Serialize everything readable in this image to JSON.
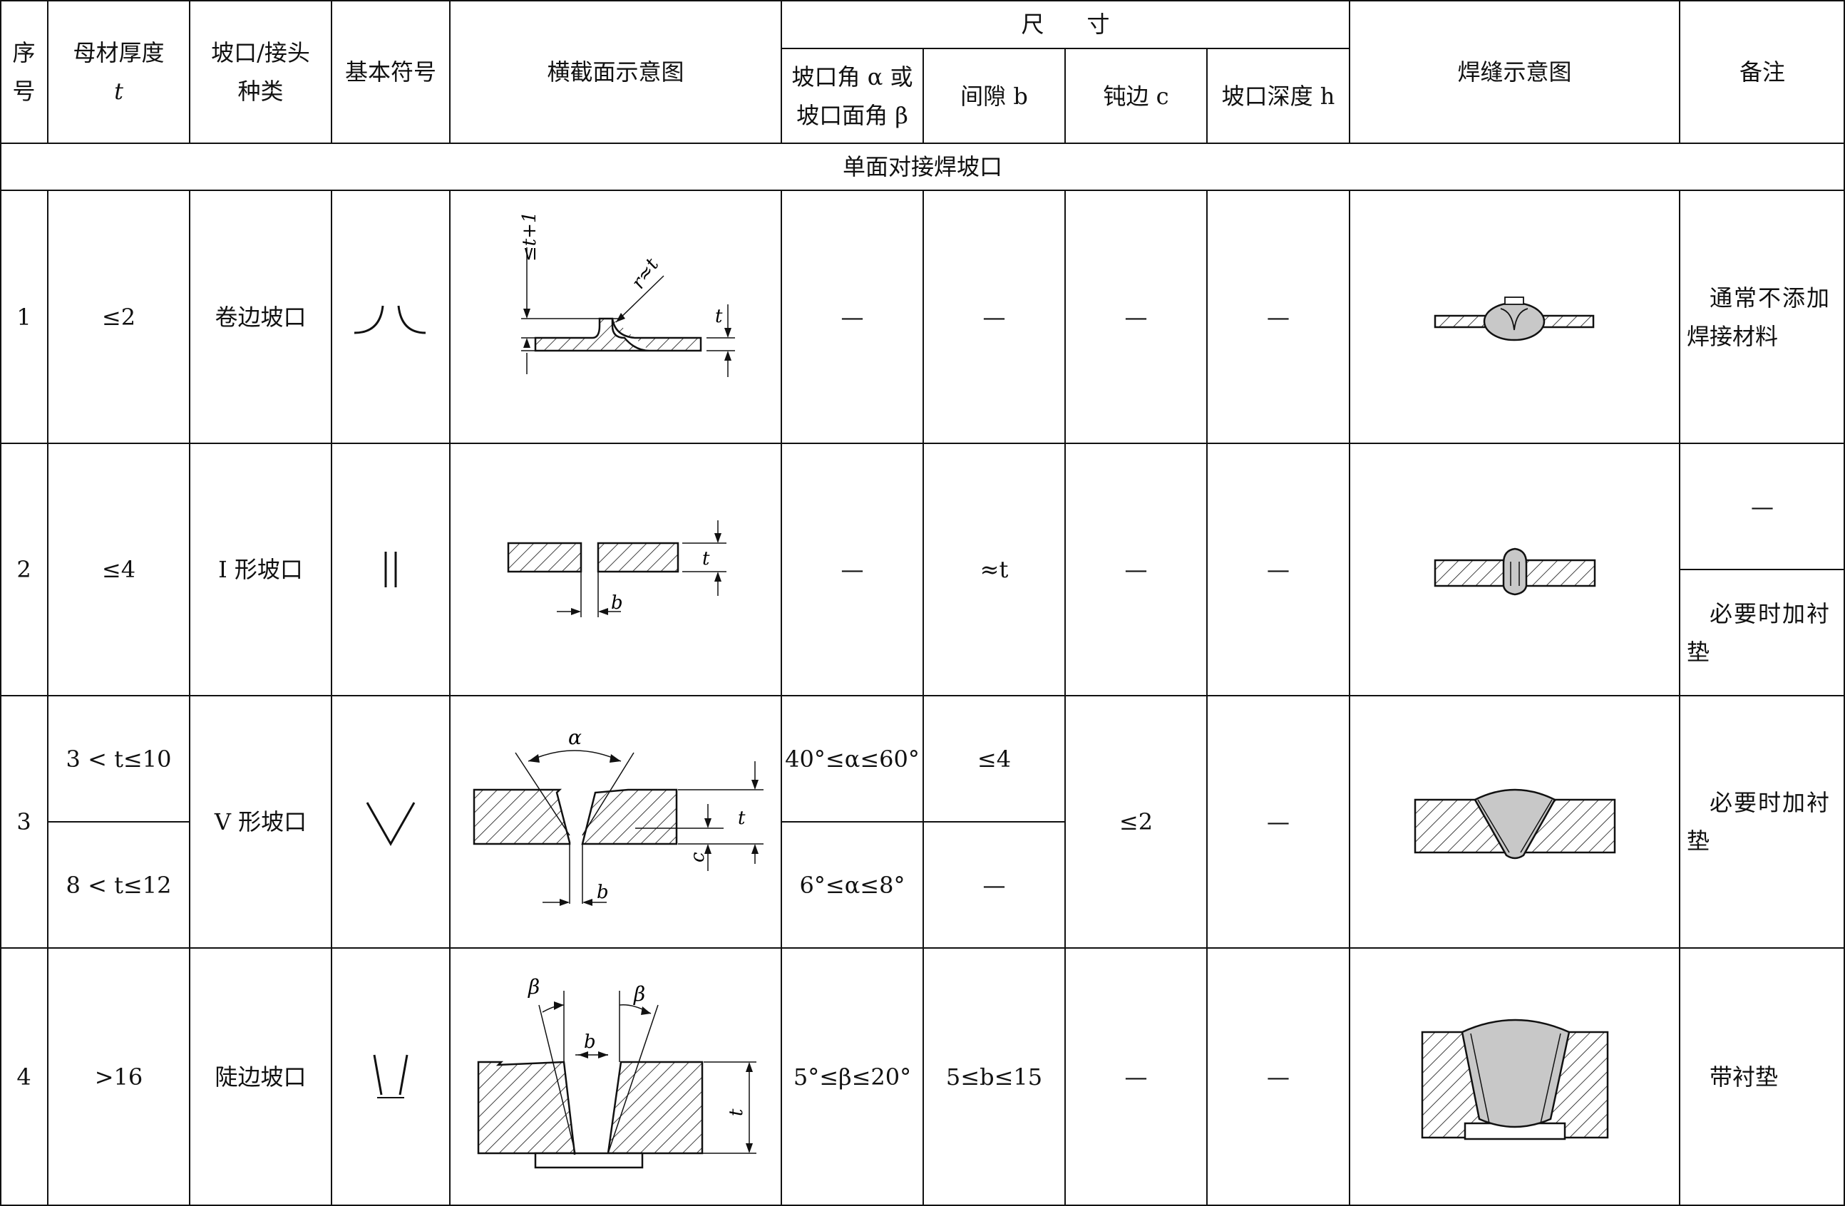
{
  "header": {
    "seq": "序号",
    "thickness": "母材厚度",
    "thickness_sym": "t",
    "groove_type_l1": "坡口/接头",
    "groove_type_l2": "种类",
    "basic_symbol": "基本符号",
    "cross_section": "横截面示意图",
    "dimension": "尺寸",
    "angle_l1": "坡口角 α 或",
    "angle_l2": "坡口面角 β",
    "gap": "间隙 b",
    "root_face": "钝边 c",
    "depth": "坡口深度 h",
    "weld_diagram": "焊缝示意图",
    "remarks": "备注"
  },
  "section_title": "单面对接焊坡口",
  "rows": [
    {
      "seq": "1",
      "thickness": "≤2",
      "type": "卷边坡口",
      "symbol": "flange-groove-symbol",
      "angle": "—",
      "gap": "—",
      "root_face": "—",
      "depth": "—",
      "remarks_l1": "通常不添加",
      "remarks_l2": "焊接材料",
      "labels": {
        "h": "≤t+1",
        "r": "r≈t",
        "t": "t"
      }
    },
    {
      "seq": "2",
      "thickness": "≤4",
      "type": "I 形坡口",
      "symbol": "i-groove-symbol",
      "angle": "—",
      "gap": "≈t",
      "root_face": "—",
      "depth": "—",
      "remarks_a": "—",
      "remarks_b_l1": "必要时加衬",
      "remarks_b_l2": "垫",
      "labels": {
        "t": "t",
        "b": "b"
      }
    },
    {
      "seq": "3",
      "thickness_a": "3 < t≤10",
      "thickness_b": "8 < t≤12",
      "type": "V 形坡口",
      "symbol": "v-groove-symbol",
      "angle_a": "40°≤α≤60°",
      "angle_b": "6°≤α≤8°",
      "gap_a": "≤4",
      "gap_b": "—",
      "root_face": "≤2",
      "depth": "—",
      "remarks_l1": "必要时加衬",
      "remarks_l2": "垫",
      "labels": {
        "alpha": "α",
        "t": "t",
        "c": "c",
        "b": "b"
      }
    },
    {
      "seq": "4",
      "thickness": ">16",
      "type": "陡边坡口",
      "symbol": "steep-groove-symbol",
      "angle": "5°≤β≤20°",
      "gap": "5≤b≤15",
      "root_face": "—",
      "depth": "—",
      "remarks": "带衬垫",
      "labels": {
        "beta1": "β",
        "beta2": "β",
        "b": "b",
        "t": "t"
      }
    }
  ]
}
